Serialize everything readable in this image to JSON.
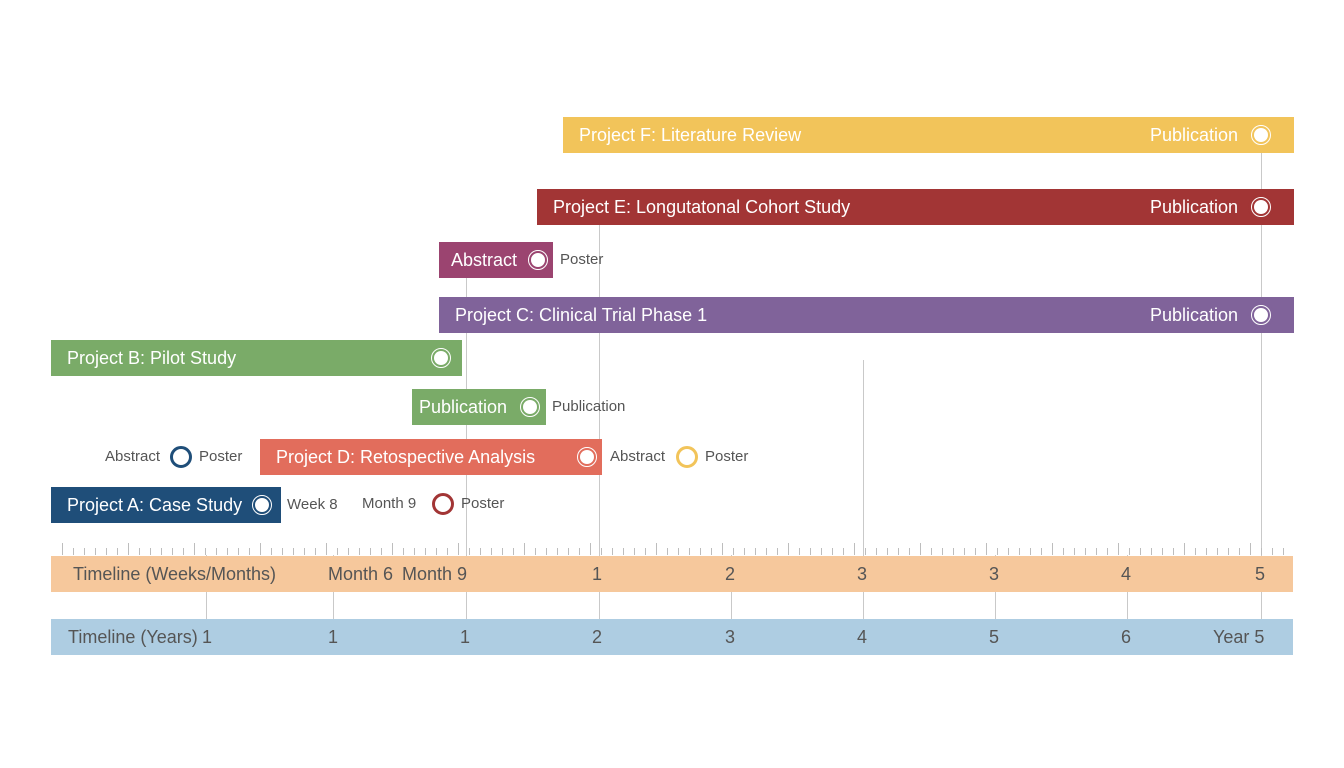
{
  "chart_data": {
    "type": "gantt",
    "colors": {
      "project_a": "#1f4e79",
      "project_b": "#7aab68",
      "project_c": "#80639a",
      "project_d": "#e26d5c",
      "project_e": "#a23535",
      "project_f": "#f2c45a",
      "abstract": "#9b4470",
      "weeks_band": "#f6c89c",
      "years_band": "#aecde2"
    },
    "axes": {
      "weeks_months": {
        "label": "Timeline (Weeks/Months)",
        "ticks": [
          "Month 6",
          "Month 9",
          "1",
          "2",
          "3",
          "3",
          "4",
          "5"
        ]
      },
      "years": {
        "label": "Timeline (Years)",
        "ticks": [
          "1",
          "1",
          "1",
          "2",
          "3",
          "4",
          "5",
          "6",
          "Year 5"
        ]
      }
    },
    "bars": [
      {
        "label": "Project F: Literature Review",
        "end_label": "Publication",
        "color": "#f2c45a"
      },
      {
        "label": "Project E: Longutatonal Cohort Study",
        "end_label": "Publication",
        "color": "#a23535"
      },
      {
        "label": "Abstract",
        "color": "#9b4470",
        "side_label": "Poster"
      },
      {
        "label": "Project C:  Clinical Trial Phase 1",
        "end_label": "Publication",
        "color": "#80639a"
      },
      {
        "label": "Project B: Pilot Study",
        "color": "#7aab68"
      },
      {
        "label": "Publication",
        "color": "#7aab68",
        "side_label": "Publication"
      },
      {
        "label": "Project D: Retospective Analysis",
        "color": "#e26d5c"
      },
      {
        "label": "Project A: Case Study",
        "color": "#1f4e79",
        "side_label": "Week 8"
      }
    ],
    "milestones": [
      {
        "pre_label": "Abstract",
        "post_label": "Poster",
        "color": "#1f4e79"
      },
      {
        "pre_label": "Abstract",
        "post_label": "Poster",
        "color": "#f2c45a"
      },
      {
        "pre_label": "Month 9",
        "post_label": "Poster",
        "color": "#a23535"
      }
    ]
  }
}
